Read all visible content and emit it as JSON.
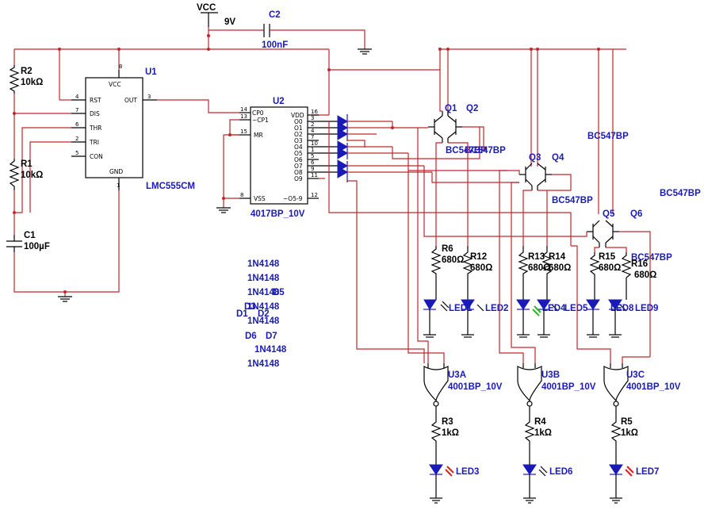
{
  "labels": {
    "vcc": "VCC",
    "v9": "9V",
    "c2": "C2",
    "c2v": "100nF",
    "u1": "U1",
    "u1m": "LMC555CM",
    "u2": "U2",
    "u2m": "4017BP_10V",
    "r2": "R2",
    "r2v": "10kΩ",
    "r1": "R1",
    "r1v": "10kΩ",
    "c1": "C1",
    "c1v": "100µF",
    "q1": "Q1",
    "q2": "Q2",
    "q3": "Q3",
    "q4": "Q4",
    "q5": "Q5",
    "q6": "Q6",
    "bc1": "BC547BP",
    "bc2": "BC547BP",
    "bc3": "BC547BP",
    "bc4": "BC547BP",
    "bc5": "BC547BP",
    "bc6": "BC547BP",
    "r6": "R6",
    "r6v": "680Ω",
    "r12": "R12",
    "r12v": "680Ω",
    "r13": "R13",
    "r13v": "680Ω",
    "r14": "R14",
    "r14v": "680Ω",
    "r15": "R15",
    "r15v": "680Ω",
    "r16": "R16",
    "r16v": "680Ω",
    "led1": "LED1",
    "led2": "LED2",
    "led4": "LED4",
    "led5": "LED5",
    "led8": "LED8",
    "led9": "LED9",
    "led3": "LED3",
    "led6": "LED6",
    "led7": "LED7",
    "d_1": "1N4148",
    "d_2": "1N4148",
    "d_3": "1N4148",
    "d_4": "1N4148",
    "d_5": "1N4148",
    "d_6": "1N4148",
    "d_7": "1N4148",
    "d5": "D5",
    "d3": "D3",
    "d1": "D1",
    "d2": "D2",
    "d6": "D6",
    "d7": "D7",
    "u3a": "U3A",
    "u3b": "U3B",
    "u3c": "U3C",
    "u3am": "4001BP_10V",
    "u3bm": "4001BP_10V",
    "u3cm": "4001BP_10V",
    "r3": "R3",
    "r3v": "1kΩ",
    "r4": "R4",
    "r4v": "1kΩ",
    "r5": "R5",
    "r5v": "1kΩ"
  },
  "u1pins": {
    "p8": "8",
    "p4": "4",
    "p7": "7",
    "p6": "6",
    "p2": "2",
    "p5": "5",
    "p3": "3",
    "p1": "1",
    "vcc": "VCC",
    "rst": "RST",
    "dis": "DIS",
    "thr": "THR",
    "tri": "TRI",
    "con": "CON",
    "out": "OUT",
    "gnd": "GND"
  },
  "u2pins": {
    "p14": "14",
    "p13": "13",
    "p15": "15",
    "p8": "8",
    "p16": "16",
    "p3": "3",
    "p2": "2",
    "p4": "4",
    "p7": "7",
    "p10": "10",
    "p1": "1",
    "p5": "5",
    "p6": "6",
    "p9": "9",
    "p11": "11",
    "p12": "12",
    "cp0": "CP0",
    "cp1": "~CP1",
    "mr": "MR",
    "vss": "VSS",
    "vdd": "VDD",
    "o0": "O0",
    "o1": "O1",
    "o2": "O2",
    "o3": "O3",
    "o4": "O4",
    "o5": "O5",
    "o6": "O6",
    "o7": "O7",
    "o8": "O8",
    "o9": "O9",
    "o59": "~O5-9"
  },
  "colors": {
    "wire": "#c0272d",
    "label": "#1a1ab8",
    "led_red": "#e0201a",
    "led_green": "#1fbf1f"
  }
}
